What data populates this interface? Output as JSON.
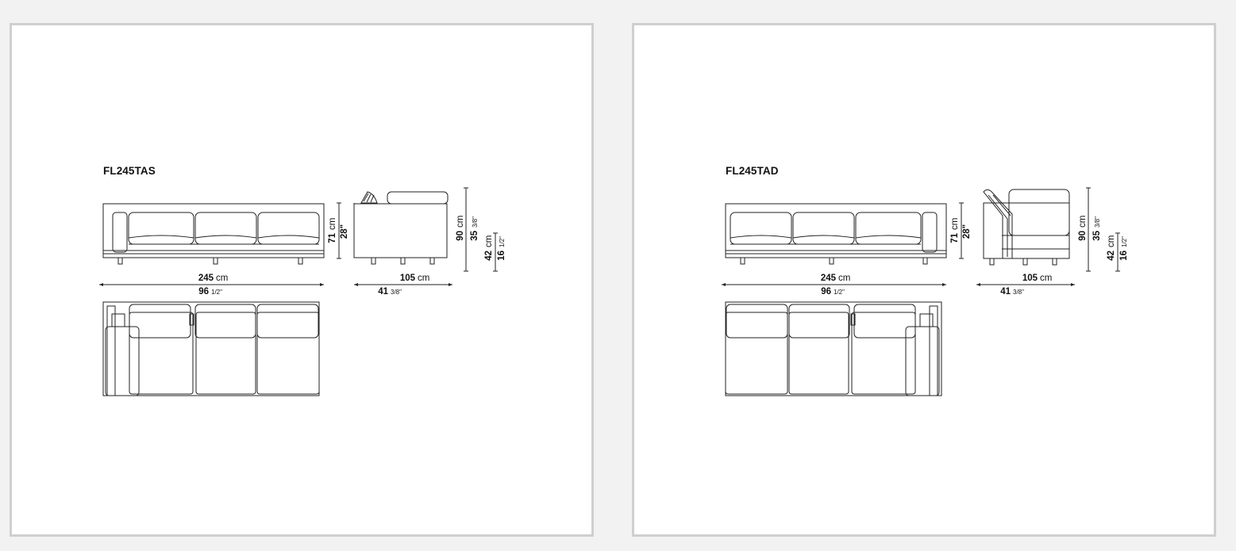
{
  "colors": {
    "page_background": "#f2f2f2",
    "card_background": "#ffffff",
    "card_border": "#cfcfcf",
    "line": "#222222"
  },
  "panels": [
    {
      "code": "FL245TAS",
      "front_view": {
        "width_cm": "245",
        "width_unit": "cm",
        "width_in": "96",
        "width_in_frac": "1/2\"",
        "height_cm": "71",
        "height_unit": "cm",
        "height_in": "28\""
      },
      "side_view": {
        "depth_cm": "105",
        "depth_unit": "cm",
        "depth_in": "41",
        "depth_in_frac": "3/8\"",
        "height_cm": "90",
        "height_unit": "cm",
        "height_in": "35",
        "height_in_frac": "3/8\"",
        "seat_cm": "42",
        "seat_unit": "cm",
        "seat_in": "16",
        "seat_in_frac": "1/2\""
      }
    },
    {
      "code": "FL245TAD",
      "front_view": {
        "width_cm": "245",
        "width_unit": "cm",
        "width_in": "96",
        "width_in_frac": "1/2\"",
        "height_cm": "71",
        "height_unit": "cm",
        "height_in": "28\""
      },
      "side_view": {
        "depth_cm": "105",
        "depth_unit": "cm",
        "depth_in": "41",
        "depth_in_frac": "3/8\"",
        "height_cm": "90",
        "height_unit": "cm",
        "height_in": "35",
        "height_in_frac": "3/8\"",
        "seat_cm": "42",
        "seat_unit": "cm",
        "seat_in": "16",
        "seat_in_frac": "1/2\""
      }
    }
  ]
}
